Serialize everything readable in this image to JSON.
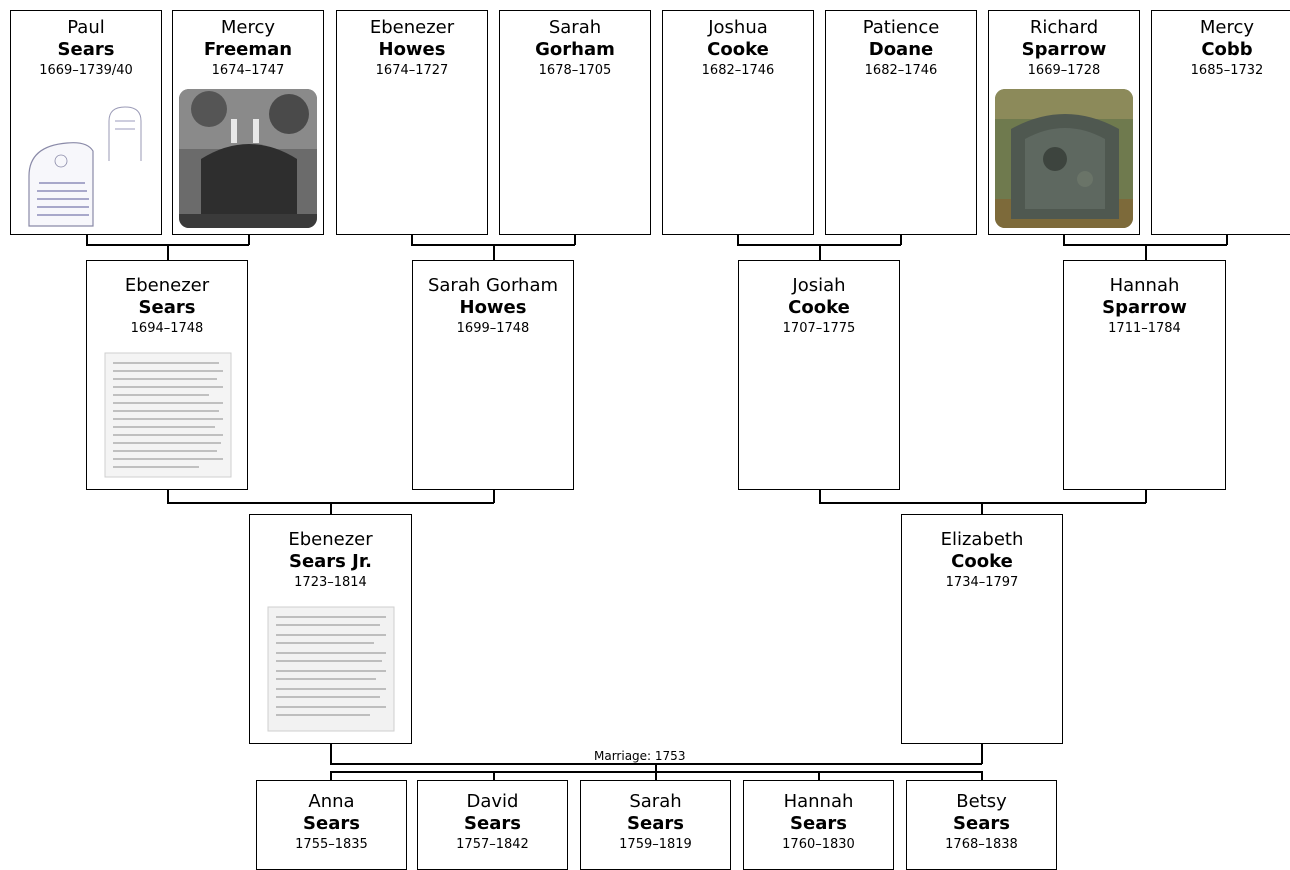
{
  "generation1": [
    {
      "given": "Paul",
      "surname": "Sears",
      "dates": "1669–1739/40",
      "photo": "gravestone-sketch"
    },
    {
      "given": "Mercy",
      "surname": "Freeman",
      "dates": "1674–1747",
      "photo": "gravestone-bw-photo"
    },
    {
      "given": "Ebenezer",
      "surname": "Howes",
      "dates": "1674–1727"
    },
    {
      "given": "Sarah",
      "surname": "Gorham",
      "dates": "1678–1705"
    },
    {
      "given": "Joshua",
      "surname": "Cooke",
      "dates": "1682–1746"
    },
    {
      "given": "Patience",
      "surname": "Doane",
      "dates": "1682–1746"
    },
    {
      "given": "Richard",
      "surname": "Sparrow",
      "dates": "1669–1728",
      "photo": "gravestone-color-photo"
    },
    {
      "given": "Mercy",
      "surname": "Cobb",
      "dates": "1685–1732"
    }
  ],
  "generation2": [
    {
      "given": "Ebenezer",
      "surname": "Sears",
      "dates": "1694–1748",
      "photo": "record-document"
    },
    {
      "given": "Sarah Gorham",
      "surname": "Howes",
      "dates": "1699–1748"
    },
    {
      "given": "Josiah",
      "surname": "Cooke",
      "dates": "1707–1775"
    },
    {
      "given": "Hannah",
      "surname": "Sparrow",
      "dates": "1711–1784"
    }
  ],
  "generation3": [
    {
      "given": "Ebenezer",
      "surname": "Sears Jr.",
      "dates": "1723–1814",
      "photo": "record-document"
    },
    {
      "given": "Elizabeth",
      "surname": "Cooke",
      "dates": "1734–1797"
    }
  ],
  "marriage": "Marriage: 1753",
  "children": [
    {
      "given": "Anna",
      "surname": "Sears",
      "dates": "1755–1835"
    },
    {
      "given": "David",
      "surname": "Sears",
      "dates": "1757–1842"
    },
    {
      "given": "Sarah",
      "surname": "Sears",
      "dates": "1759–1819"
    },
    {
      "given": "Hannah",
      "surname": "Sears",
      "dates": "1760–1830"
    },
    {
      "given": "Betsy",
      "surname": "Sears",
      "dates": "1768–1838"
    }
  ]
}
